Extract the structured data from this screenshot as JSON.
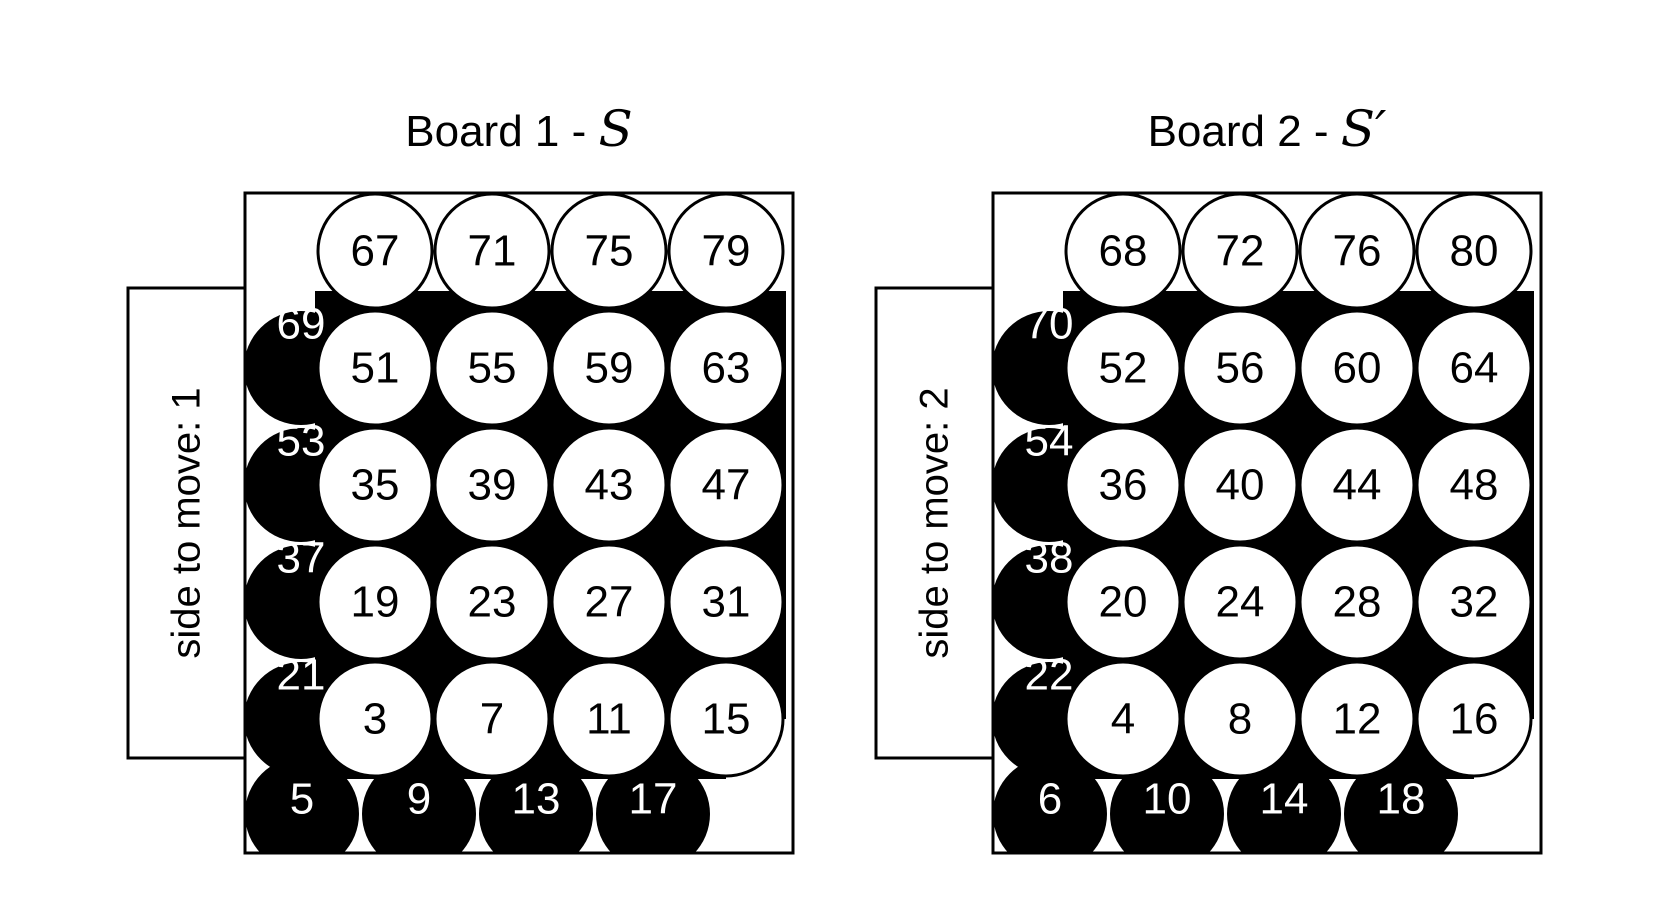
{
  "colors": {
    "piece_white": "#ffffff",
    "piece_black": "#000000",
    "outline": "#000000"
  },
  "boards": [
    {
      "title_prefix": "Board 1 - ",
      "title_symbol": "S",
      "side_to_move": "side to move: 1",
      "white_rows": [
        [
          67,
          71,
          75,
          79
        ],
        [
          51,
          55,
          59,
          63
        ],
        [
          35,
          39,
          43,
          47
        ],
        [
          19,
          23,
          27,
          31
        ],
        [
          3,
          7,
          11,
          15
        ]
      ],
      "black_left": [
        69,
        53,
        37,
        21
      ],
      "black_bottom": [
        5,
        9,
        13,
        17
      ]
    },
    {
      "title_prefix": "Board 2 - ",
      "title_symbol": "S′",
      "side_to_move": "side to move: 2",
      "white_rows": [
        [
          68,
          72,
          76,
          80
        ],
        [
          52,
          56,
          60,
          64
        ],
        [
          36,
          40,
          44,
          48
        ],
        [
          20,
          24,
          28,
          32
        ],
        [
          4,
          8,
          12,
          16
        ]
      ],
      "black_left": [
        70,
        54,
        38,
        22
      ],
      "black_bottom": [
        6,
        10,
        14,
        18
      ]
    }
  ]
}
